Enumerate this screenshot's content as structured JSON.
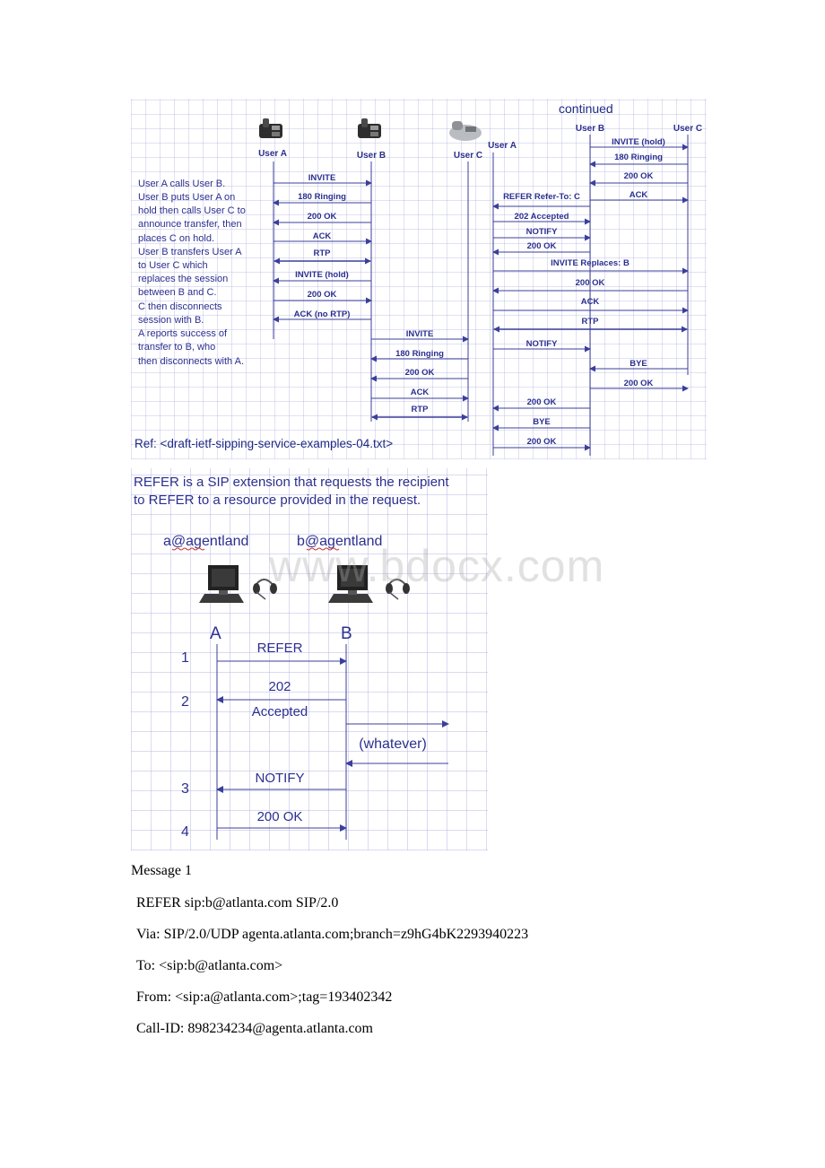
{
  "fig1": {
    "left": {
      "users": [
        "User A",
        "User B",
        "User C"
      ],
      "description": [
        "User A calls User B.",
        "User B puts User A on",
        "hold then calls User C to",
        "announce transfer, then",
        "places C on hold.",
        "User B transfers User A",
        "to User C which",
        "replaces the session",
        "between B and C.",
        "C then disconnects",
        "session with B.",
        "A reports success of",
        "transfer to B, who",
        "then disconnects with A."
      ],
      "messages": [
        {
          "label": "INVITE",
          "from": 0,
          "to": 1
        },
        {
          "label": "180 Ringing",
          "from": 1,
          "to": 0
        },
        {
          "label": "200 OK",
          "from": 1,
          "to": 0
        },
        {
          "label": "ACK",
          "from": 0,
          "to": 1
        },
        {
          "label": "RTP",
          "from": 0,
          "to": 1,
          "both": true
        },
        {
          "label": "INVITE (hold)",
          "from": 1,
          "to": 0
        },
        {
          "label": "200 OK",
          "from": 0,
          "to": 1
        },
        {
          "label": "ACK (no RTP)",
          "from": 1,
          "to": 0
        },
        {
          "label": "INVITE",
          "from": 1,
          "to": 2
        },
        {
          "label": "180 Ringing",
          "from": 2,
          "to": 1
        },
        {
          "label": "200 OK",
          "from": 2,
          "to": 1
        },
        {
          "label": "ACK",
          "from": 1,
          "to": 2
        },
        {
          "label": "RTP",
          "from": 1,
          "to": 2,
          "both": true
        }
      ],
      "ref": "Ref: <draft-ietf-sipping-service-examples-04.txt>"
    },
    "right": {
      "continued": "continued",
      "users": [
        "User A",
        "User B",
        "User C"
      ],
      "messages": [
        {
          "label": "INVITE (hold)",
          "from": 1,
          "to": 2
        },
        {
          "label": "180 Ringing",
          "from": 2,
          "to": 1
        },
        {
          "label": "200 OK",
          "from": 2,
          "to": 1
        },
        {
          "label": "ACK",
          "from": 1,
          "to": 2
        },
        {
          "label": "REFER Refer-To: C",
          "from": 1,
          "to": 0
        },
        {
          "label": "202 Accepted",
          "from": 0,
          "to": 1
        },
        {
          "label": "NOTIFY",
          "from": 0,
          "to": 1
        },
        {
          "label": "200 OK",
          "from": 1,
          "to": 0
        },
        {
          "label": "INVITE Replaces: B",
          "from": 0,
          "to": 2
        },
        {
          "label": "200 OK",
          "from": 2,
          "to": 0
        },
        {
          "label": "ACK",
          "from": 0,
          "to": 2
        },
        {
          "label": "RTP",
          "from": 0,
          "to": 2,
          "both": true
        },
        {
          "label": "NOTIFY",
          "from": 0,
          "to": 1
        },
        {
          "label": "BYE",
          "from": 2,
          "to": 1
        },
        {
          "label": "200 OK",
          "from": 1,
          "to": 2
        },
        {
          "label": "200 OK",
          "from": 1,
          "to": 0
        },
        {
          "label": "BYE",
          "from": 1,
          "to": 0
        },
        {
          "label": "200 OK",
          "from": 0,
          "to": 1
        }
      ]
    }
  },
  "fig2": {
    "heading_line1": "REFER is a SIP extension that requests the recipient",
    "heading_line2": "to REFER to a resource provided in the request.",
    "party_a_address": "a@agentland",
    "party_b_address": "b@agentland",
    "party_a": "A",
    "party_b": "B",
    "steps": [
      {
        "num": "1",
        "label": "REFER"
      },
      {
        "num": "2",
        "label_line1": "202",
        "label_line2": "Accepted"
      },
      {
        "num": "",
        "label": "(whatever)"
      },
      {
        "num": "3",
        "label": "NOTIFY"
      },
      {
        "num": "4",
        "label": "200 OK"
      }
    ]
  },
  "watermark": "www.bdocx.com",
  "message": {
    "title": "Message 1",
    "lines": [
      "REFER sip:b@atlanta.com SIP/2.0",
      "Via: SIP/2.0/UDP agenta.atlanta.com;branch=z9hG4bK2293940223",
      "To: <sip:b@atlanta.com>",
      "From: <sip:a@atlanta.com>;tag=193402342",
      "Call-ID: 898234234@agenta.atlanta.com"
    ]
  },
  "colors": {
    "arrow": "#3b3f9a",
    "text": "#2b2f8f",
    "ref": "#1f2a85"
  }
}
